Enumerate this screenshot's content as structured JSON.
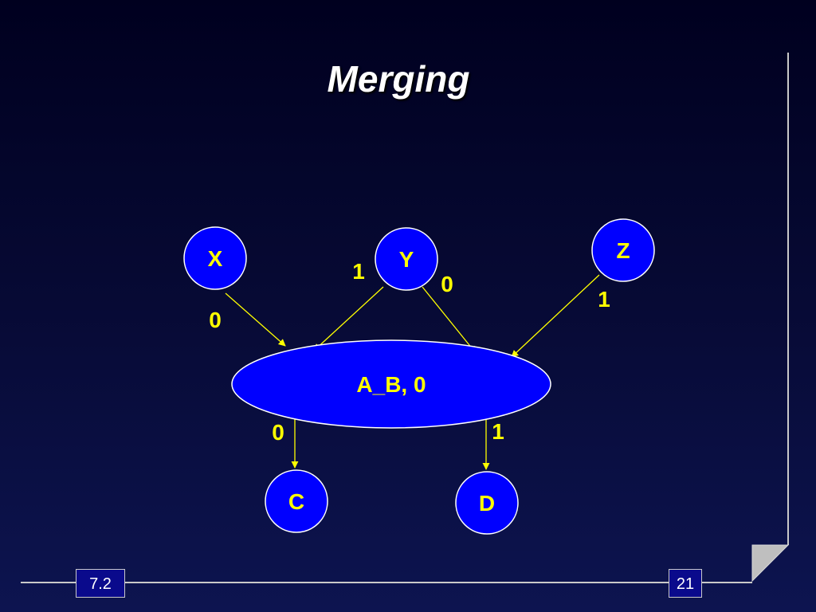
{
  "slide": {
    "title": "Merging",
    "footer_left": "7.2",
    "footer_right": "21"
  },
  "diagram": {
    "nodes": [
      {
        "id": "X",
        "label": "X"
      },
      {
        "id": "Y",
        "label": "Y"
      },
      {
        "id": "Z",
        "label": "Z"
      },
      {
        "id": "AB",
        "label": "A_B, 0"
      },
      {
        "id": "C",
        "label": "C"
      },
      {
        "id": "D",
        "label": "D"
      }
    ],
    "edges": [
      {
        "from": "X",
        "to": "AB",
        "label": "0"
      },
      {
        "from": "Y",
        "to": "AB",
        "label": "1"
      },
      {
        "from": "Y",
        "to": "AB",
        "label": "0"
      },
      {
        "from": "Z",
        "to": "AB",
        "label": "1"
      },
      {
        "from": "AB",
        "to": "C",
        "label": "0"
      },
      {
        "from": "AB",
        "to": "D",
        "label": "1"
      }
    ]
  },
  "colors": {
    "node_fill": "#0000ff",
    "node_stroke": "#ffffff",
    "node_text": "#ffff00",
    "edge": "#ffff00",
    "edge_label": "#ffff00",
    "frame": "#c9c9c9"
  }
}
